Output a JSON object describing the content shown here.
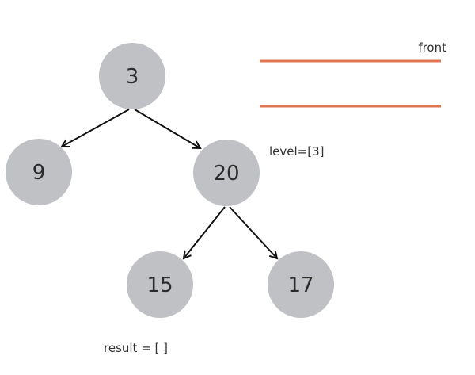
{
  "tree": {
    "nodes": [
      {
        "id": "n3",
        "value": "3"
      },
      {
        "id": "n9",
        "value": "9"
      },
      {
        "id": "n20",
        "value": "20"
      },
      {
        "id": "n15",
        "value": "15"
      },
      {
        "id": "n17",
        "value": "17"
      }
    ],
    "edges": [
      {
        "from": "n3",
        "to": "n9"
      },
      {
        "from": "n3",
        "to": "n20"
      },
      {
        "from": "n20",
        "to": "n15"
      },
      {
        "from": "n20",
        "to": "n17"
      }
    ],
    "node_color": "#bfc1c4",
    "edge_color": "#111111"
  },
  "queue": {
    "front_label": "front",
    "line_color": "#e07552"
  },
  "state": {
    "level_label": "level=[3]",
    "result_label": "result = [ ]"
  }
}
